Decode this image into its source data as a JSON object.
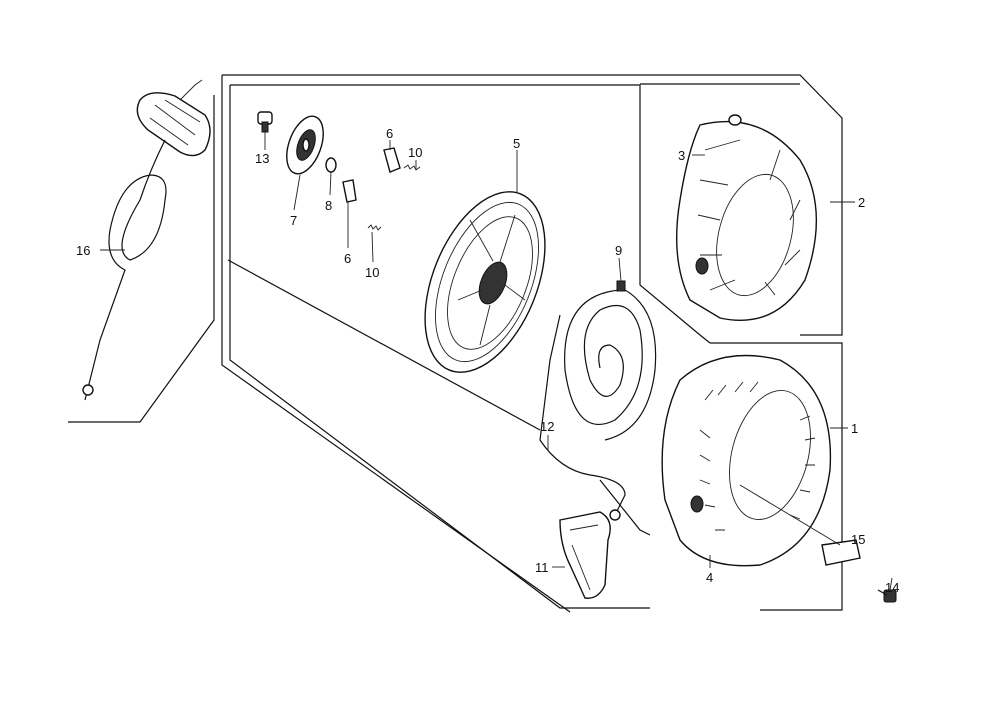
{
  "diagram": {
    "labels": {
      "p1": "1",
      "p2": "2",
      "p3": "3",
      "p4": "4",
      "p5": "5",
      "p6a": "6",
      "p6b": "6",
      "p7": "7",
      "p8": "8",
      "p9": "9",
      "p10a": "10",
      "p10b": "10",
      "p11": "11",
      "p12": "12",
      "p13": "13",
      "p14": "14",
      "p15": "15",
      "p16": "16"
    }
  }
}
